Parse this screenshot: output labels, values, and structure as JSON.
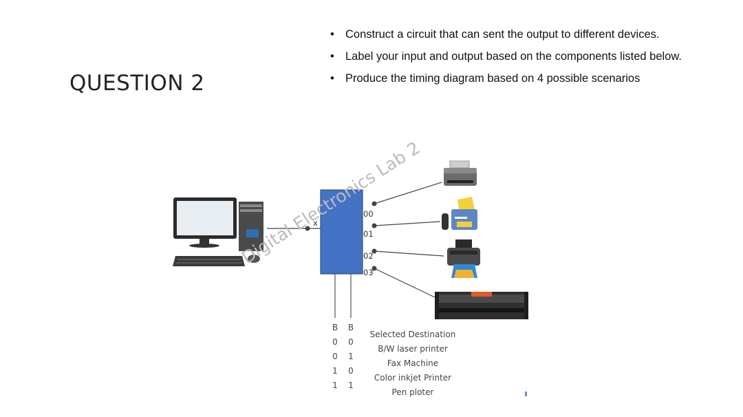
{
  "slide": {
    "title": "QUESTION 2",
    "bullets": [
      "Construct a circuit that can sent the output to different devices.",
      "Label your input and output based on the components listed below.",
      "Produce the timing diagram based on 4 possible scenarios"
    ],
    "bullet_symbol": "•"
  },
  "diagram": {
    "input_label": "x",
    "output_labels": [
      "00",
      "01",
      "02",
      "03"
    ],
    "block_color": "#4472C4",
    "devices": [
      "computer-icon",
      "laser-printer-icon",
      "fax-machine-icon",
      "inkjet-printer-icon",
      "pen-plotter-icon"
    ]
  },
  "table": {
    "col1_header": "B",
    "col2_header": "B",
    "dest_header": "Selected Destination",
    "rows": [
      {
        "b1": "0",
        "b2": "0",
        "dest": "B/W laser printer"
      },
      {
        "b1": "0",
        "b2": "1",
        "dest": "Fax Machine"
      },
      {
        "b1": "1",
        "b2": "0",
        "dest": "Color inkjet Printer"
      },
      {
        "b1": "1",
        "b2": "1",
        "dest": "Pen ploter"
      }
    ]
  },
  "watermark": "Digital Electronics Lab 2"
}
